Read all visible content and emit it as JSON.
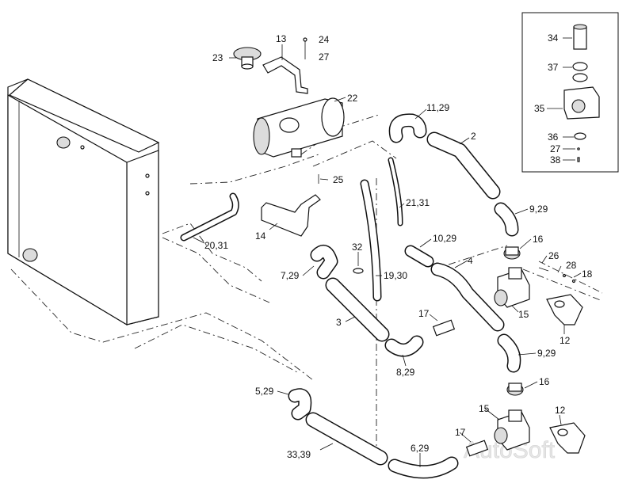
{
  "callouts": {
    "p34": "34",
    "p37": "37",
    "p35": "35",
    "p36": "36",
    "p27b": "27",
    "p38": "38",
    "p13": "13",
    "p24": "24",
    "p27": "27",
    "p23": "23",
    "p22": "22",
    "p11_29": "11,29",
    "p2": "2",
    "p25": "25",
    "p21_31": "21,31",
    "p9_29a": "9,29",
    "p20_31": "20,31",
    "p14": "14",
    "p32": "32",
    "p10_29": "10,29",
    "p16a": "16",
    "p26": "26",
    "p28": "28",
    "p18": "18",
    "p4": "4",
    "p7_29": "7,29",
    "p19_30": "19,30",
    "p15a": "15",
    "p12a": "12",
    "p17a": "17",
    "p3": "3",
    "p8_29": "8,29",
    "p9_29b": "9,29",
    "p16b": "16",
    "p5_29": "5,29",
    "p12b": "12",
    "p15b": "15",
    "p17b": "17",
    "p33_39": "33,39",
    "p6_29": "6,29"
  },
  "watermark": "AutoSoft",
  "colors": {
    "line": "#111111",
    "hose_fill": "#ffffff",
    "shade": "#dcdcdc",
    "watermark": "#e6e6e6"
  }
}
